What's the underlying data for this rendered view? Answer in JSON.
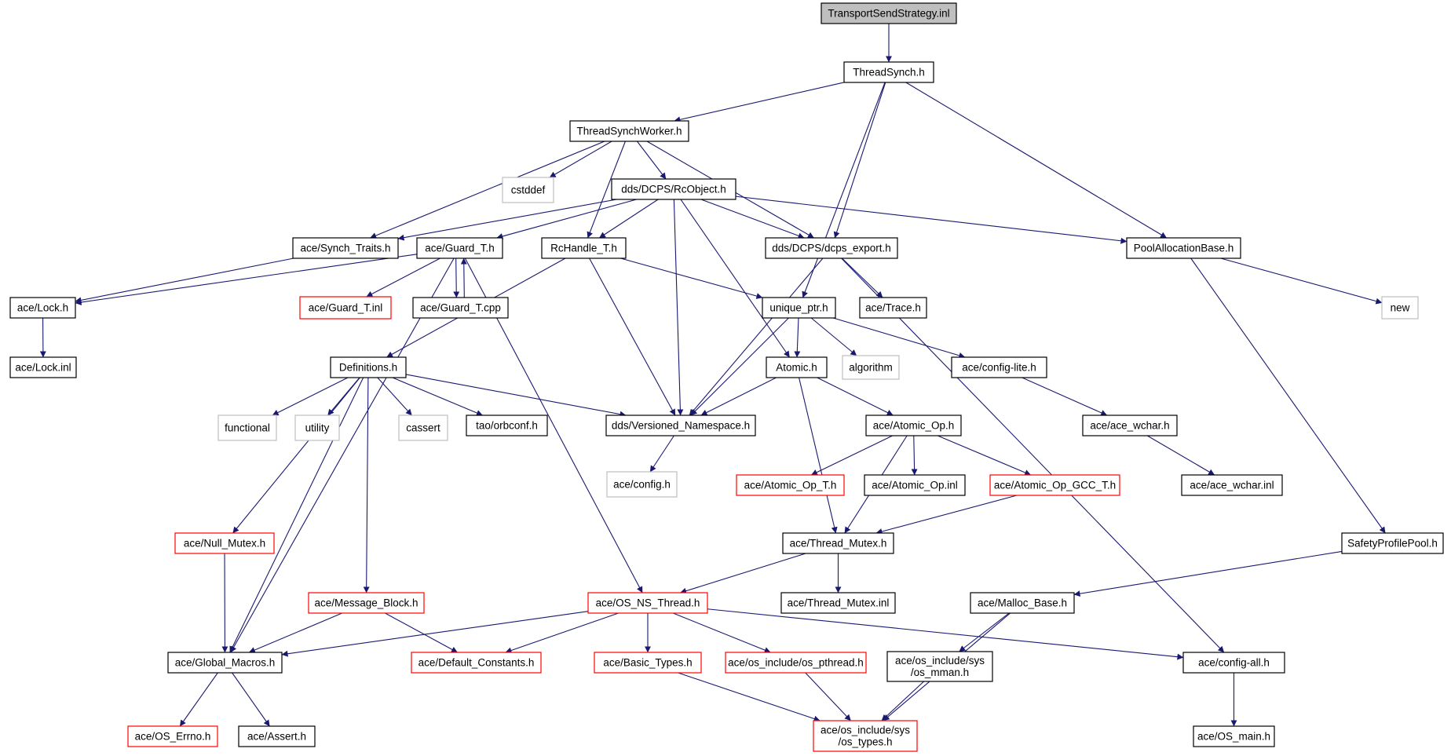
{
  "colors": {
    "edge": "#191970",
    "border_normal": "#000000",
    "border_truncated": "#ff0000",
    "border_system": "#bfbfbf",
    "fill_root": "#bfbfbf",
    "fill_default": "#ffffff",
    "text": "#000000"
  },
  "nodes": [
    {
      "id": "root",
      "lines": [
        "TransportSendStrategy.inl"
      ],
      "kind": "root"
    },
    {
      "id": "threadsynch",
      "lines": [
        "ThreadSynch.h"
      ],
      "kind": "normal"
    },
    {
      "id": "tsworker",
      "lines": [
        "ThreadSynchWorker.h"
      ],
      "kind": "normal"
    },
    {
      "id": "cstddef",
      "lines": [
        "cstddef"
      ],
      "kind": "system"
    },
    {
      "id": "rcobject",
      "lines": [
        "dds/DCPS/RcObject.h"
      ],
      "kind": "normal"
    },
    {
      "id": "synchtraits",
      "lines": [
        "ace/Synch_Traits.h"
      ],
      "kind": "normal"
    },
    {
      "id": "guardt",
      "lines": [
        "ace/Guard_T.h"
      ],
      "kind": "normal"
    },
    {
      "id": "rchandle",
      "lines": [
        "RcHandle_T.h"
      ],
      "kind": "normal"
    },
    {
      "id": "dcpsexport",
      "lines": [
        "dds/DCPS/dcps_export.h"
      ],
      "kind": "normal"
    },
    {
      "id": "poolalloc",
      "lines": [
        "PoolAllocationBase.h"
      ],
      "kind": "normal"
    },
    {
      "id": "lockh",
      "lines": [
        "ace/Lock.h"
      ],
      "kind": "normal"
    },
    {
      "id": "guardtinl",
      "lines": [
        "ace/Guard_T.inl"
      ],
      "kind": "truncated"
    },
    {
      "id": "guardtcpp",
      "lines": [
        "ace/Guard_T.cpp"
      ],
      "kind": "normal"
    },
    {
      "id": "uniqueptr",
      "lines": [
        "unique_ptr.h"
      ],
      "kind": "normal"
    },
    {
      "id": "trace",
      "lines": [
        "ace/Trace.h"
      ],
      "kind": "normal"
    },
    {
      "id": "new",
      "lines": [
        "new"
      ],
      "kind": "system"
    },
    {
      "id": "lockinl",
      "lines": [
        "ace/Lock.inl"
      ],
      "kind": "normal"
    },
    {
      "id": "definitions",
      "lines": [
        "Definitions.h"
      ],
      "kind": "normal"
    },
    {
      "id": "atomic",
      "lines": [
        "Atomic.h"
      ],
      "kind": "normal"
    },
    {
      "id": "algorithm",
      "lines": [
        "algorithm"
      ],
      "kind": "system"
    },
    {
      "id": "configlite",
      "lines": [
        "ace/config-lite.h"
      ],
      "kind": "normal"
    },
    {
      "id": "functional",
      "lines": [
        "functional"
      ],
      "kind": "system"
    },
    {
      "id": "utility",
      "lines": [
        "utility"
      ],
      "kind": "system"
    },
    {
      "id": "cassert",
      "lines": [
        "cassert"
      ],
      "kind": "system"
    },
    {
      "id": "orbconf",
      "lines": [
        "tao/orbconf.h"
      ],
      "kind": "normal"
    },
    {
      "id": "versionedns",
      "lines": [
        "dds/Versioned_Namespace.h"
      ],
      "kind": "normal"
    },
    {
      "id": "atomicop",
      "lines": [
        "ace/Atomic_Op.h"
      ],
      "kind": "normal"
    },
    {
      "id": "acewchar",
      "lines": [
        "ace/ace_wchar.h"
      ],
      "kind": "normal"
    },
    {
      "id": "aceconfig",
      "lines": [
        "ace/config.h"
      ],
      "kind": "system"
    },
    {
      "id": "atomicopt",
      "lines": [
        "ace/Atomic_Op_T.h"
      ],
      "kind": "truncated"
    },
    {
      "id": "atomicopinl",
      "lines": [
        "ace/Atomic_Op.inl"
      ],
      "kind": "normal"
    },
    {
      "id": "atomicopgcc",
      "lines": [
        "ace/Atomic_Op_GCC_T.h"
      ],
      "kind": "truncated"
    },
    {
      "id": "acewcharinl",
      "lines": [
        "ace/ace_wchar.inl"
      ],
      "kind": "normal"
    },
    {
      "id": "nullmutex",
      "lines": [
        "ace/Null_Mutex.h"
      ],
      "kind": "truncated"
    },
    {
      "id": "threadmutex",
      "lines": [
        "ace/Thread_Mutex.h"
      ],
      "kind": "normal"
    },
    {
      "id": "safetyprofile",
      "lines": [
        "SafetyProfilePool.h"
      ],
      "kind": "normal"
    },
    {
      "id": "messageblock",
      "lines": [
        "ace/Message_Block.h"
      ],
      "kind": "truncated"
    },
    {
      "id": "osnsthread",
      "lines": [
        "ace/OS_NS_Thread.h"
      ],
      "kind": "truncated"
    },
    {
      "id": "threadmutexinl",
      "lines": [
        "ace/Thread_Mutex.inl"
      ],
      "kind": "normal"
    },
    {
      "id": "mallocbase",
      "lines": [
        "ace/Malloc_Base.h"
      ],
      "kind": "normal"
    },
    {
      "id": "globalmacros",
      "lines": [
        "ace/Global_Macros.h"
      ],
      "kind": "normal"
    },
    {
      "id": "defaultconst",
      "lines": [
        "ace/Default_Constants.h"
      ],
      "kind": "truncated"
    },
    {
      "id": "basictypes",
      "lines": [
        "ace/Basic_Types.h"
      ],
      "kind": "truncated"
    },
    {
      "id": "ospthread",
      "lines": [
        "ace/os_include/os_pthread.h"
      ],
      "kind": "truncated"
    },
    {
      "id": "osmman",
      "lines": [
        "ace/os_include/sys",
        "/os_mman.h"
      ],
      "kind": "normal"
    },
    {
      "id": "configall",
      "lines": [
        "ace/config-all.h"
      ],
      "kind": "normal"
    },
    {
      "id": "oserrno",
      "lines": [
        "ace/OS_Errno.h"
      ],
      "kind": "truncated"
    },
    {
      "id": "assert",
      "lines": [
        "ace/Assert.h"
      ],
      "kind": "normal"
    },
    {
      "id": "ostypes",
      "lines": [
        "ace/os_include/sys",
        "/os_types.h"
      ],
      "kind": "truncated"
    },
    {
      "id": "osmain",
      "lines": [
        "ace/OS_main.h"
      ],
      "kind": "normal"
    }
  ],
  "edges": [
    [
      "root",
      "threadsynch"
    ],
    [
      "threadsynch",
      "tsworker"
    ],
    [
      "threadsynch",
      "dcpsexport"
    ],
    [
      "threadsynch",
      "uniqueptr"
    ],
    [
      "threadsynch",
      "poolalloc"
    ],
    [
      "tsworker",
      "synchtraits"
    ],
    [
      "tsworker",
      "cstddef"
    ],
    [
      "tsworker",
      "rcobject"
    ],
    [
      "tsworker",
      "rchandle"
    ],
    [
      "tsworker",
      "dcpsexport"
    ],
    [
      "rcobject",
      "synchtraits"
    ],
    [
      "rcobject",
      "guardt"
    ],
    [
      "rcobject",
      "rchandle"
    ],
    [
      "rcobject",
      "dcpsexport"
    ],
    [
      "rcobject",
      "poolalloc"
    ],
    [
      "rcobject",
      "versionedns"
    ],
    [
      "rcobject",
      "atomic"
    ],
    [
      "synchtraits",
      "lockh"
    ],
    [
      "guardt",
      "lockh"
    ],
    [
      "guardt",
      "guardtinl"
    ],
    [
      "guardt",
      "guardtcpp"
    ],
    [
      "guardtcpp",
      "guardt"
    ],
    [
      "guardt",
      "globalmacros"
    ],
    [
      "guardt",
      "osnsthread"
    ],
    [
      "rchandle",
      "definitions"
    ],
    [
      "rchandle",
      "uniqueptr"
    ],
    [
      "rchandle",
      "versionedns"
    ],
    [
      "dcpsexport",
      "versionedns"
    ],
    [
      "dcpsexport",
      "trace"
    ],
    [
      "dcpsexport",
      "configall"
    ],
    [
      "poolalloc",
      "new"
    ],
    [
      "poolalloc",
      "safetyprofile"
    ],
    [
      "lockh",
      "lockinl"
    ],
    [
      "uniqueptr",
      "atomic"
    ],
    [
      "uniqueptr",
      "algorithm"
    ],
    [
      "uniqueptr",
      "configlite"
    ],
    [
      "uniqueptr",
      "versionedns"
    ],
    [
      "definitions",
      "functional"
    ],
    [
      "definitions",
      "utility"
    ],
    [
      "definitions",
      "cassert"
    ],
    [
      "definitions",
      "orbconf"
    ],
    [
      "definitions",
      "versionedns"
    ],
    [
      "definitions",
      "nullmutex"
    ],
    [
      "definitions",
      "messageblock"
    ],
    [
      "definitions",
      "globalmacros"
    ],
    [
      "atomic",
      "versionedns"
    ],
    [
      "atomic",
      "atomicop"
    ],
    [
      "atomic",
      "threadmutex"
    ],
    [
      "configlite",
      "acewchar"
    ],
    [
      "versionedns",
      "aceconfig"
    ],
    [
      "atomicop",
      "atomicopt"
    ],
    [
      "atomicop",
      "atomicopinl"
    ],
    [
      "atomicop",
      "atomicopgcc"
    ],
    [
      "atomicop",
      "threadmutex"
    ],
    [
      "atomicopgcc",
      "threadmutex"
    ],
    [
      "acewchar",
      "acewcharinl"
    ],
    [
      "nullmutex",
      "globalmacros"
    ],
    [
      "threadmutex",
      "osnsthread"
    ],
    [
      "threadmutex",
      "threadmutexinl"
    ],
    [
      "safetyprofile",
      "mallocbase"
    ],
    [
      "messageblock",
      "globalmacros"
    ],
    [
      "messageblock",
      "defaultconst"
    ],
    [
      "osnsthread",
      "globalmacros"
    ],
    [
      "osnsthread",
      "defaultconst"
    ],
    [
      "osnsthread",
      "basictypes"
    ],
    [
      "osnsthread",
      "ospthread"
    ],
    [
      "osnsthread",
      "configall"
    ],
    [
      "mallocbase",
      "osmman"
    ],
    [
      "mallocbase",
      "ostypes"
    ],
    [
      "globalmacros",
      "oserrno"
    ],
    [
      "globalmacros",
      "assert"
    ],
    [
      "basictypes",
      "ostypes"
    ],
    [
      "ospthread",
      "ostypes"
    ],
    [
      "osmman",
      "ostypes"
    ],
    [
      "configall",
      "osmain"
    ]
  ]
}
